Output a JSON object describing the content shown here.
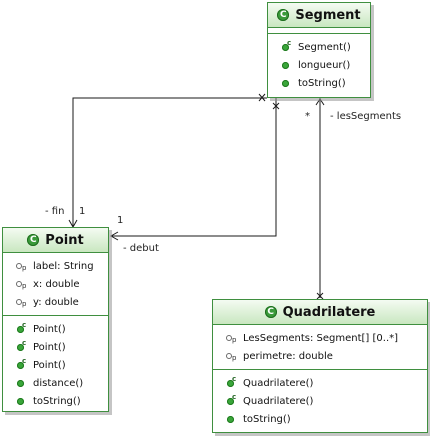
{
  "classes": {
    "segment": {
      "name": "Segment",
      "fields": [],
      "operations": [
        {
          "label": "Segment()",
          "kind": "constructor"
        },
        {
          "label": "longueur()",
          "kind": "operation"
        },
        {
          "label": "toString()",
          "kind": "operation"
        }
      ]
    },
    "point": {
      "name": "Point",
      "fields": [
        {
          "label": "label: String"
        },
        {
          "label": "x: double"
        },
        {
          "label": "y: double"
        }
      ],
      "operations": [
        {
          "label": "Point()",
          "kind": "constructor"
        },
        {
          "label": "Point()",
          "kind": "constructor"
        },
        {
          "label": "Point()",
          "kind": "constructor"
        },
        {
          "label": "distance()",
          "kind": "operation"
        },
        {
          "label": "toString()",
          "kind": "operation"
        }
      ]
    },
    "quadrilatere": {
      "name": "Quadrilatere",
      "fields": [
        {
          "label": "LesSegments: Segment[] [0..*]"
        },
        {
          "label": "perimetre: double"
        }
      ],
      "operations": [
        {
          "label": "Quadrilatere()",
          "kind": "constructor"
        },
        {
          "label": "Quadrilatere()",
          "kind": "constructor"
        },
        {
          "label": "toString()",
          "kind": "operation"
        }
      ]
    }
  },
  "associations": {
    "fin": {
      "role": "- fin",
      "multiplicity": "1"
    },
    "debut": {
      "role": "- debut",
      "multiplicity": "1"
    },
    "lesSegments": {
      "role": "- lesSegments",
      "multiplicity": "*"
    }
  },
  "class_icon_glyph": "C"
}
